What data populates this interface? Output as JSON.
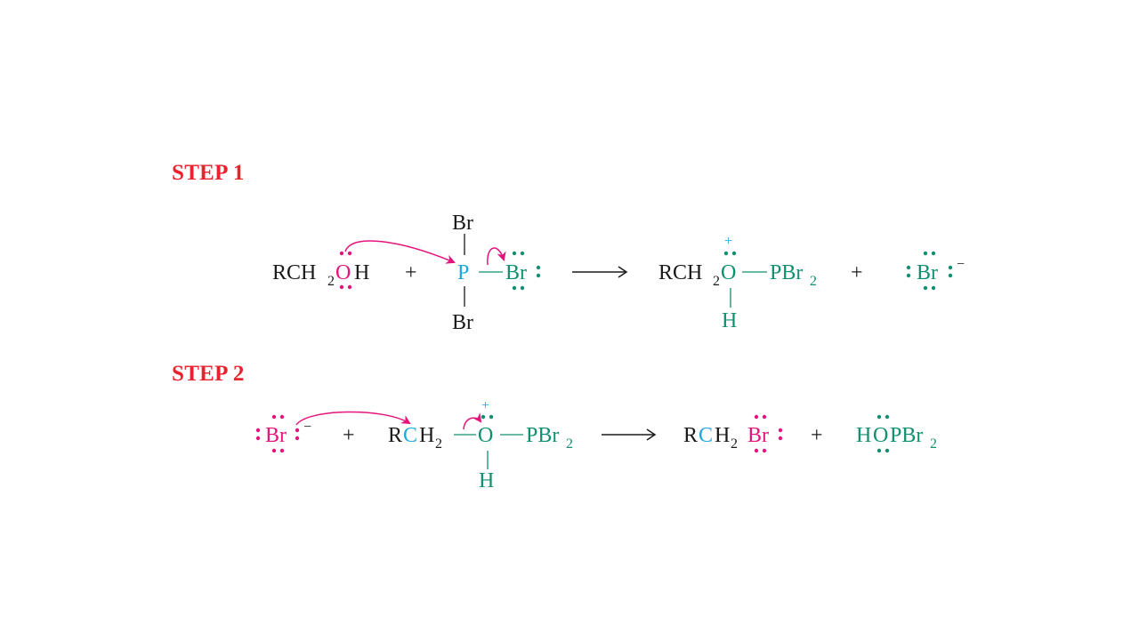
{
  "steps": [
    {
      "label": "STEP 1"
    },
    {
      "label": "STEP 2"
    }
  ],
  "colors": {
    "step_label": "#e8232e",
    "black": "#1a1a1a",
    "phosphorus_cyan": "#1ea7e1",
    "green": "#109070",
    "pink": "#e5147b"
  },
  "step1": {
    "alcohol": {
      "r": "RCH",
      "sub": "2",
      "o": "O",
      "h": "H"
    },
    "plus1": "+",
    "pbr3": {
      "p": "P",
      "br_top": "Br",
      "br_bottom": "Br",
      "br_right": "Br"
    },
    "product": {
      "r": "RCH",
      "sub": "2",
      "o": "O",
      "charge": "+",
      "pbr": "PBr",
      "pbr_sub": "2",
      "h": "H"
    },
    "plus2": "+",
    "bromide": {
      "br": "Br",
      "charge": "−"
    }
  },
  "step2": {
    "bromide": {
      "br": "Br",
      "charge": "−"
    },
    "plus1": "+",
    "substrate": {
      "r": "R",
      "c": "C",
      "h": "H",
      "sub": "2",
      "o": "O",
      "charge": "+",
      "pbr": "PBr",
      "pbr_sub": "2",
      "h_below": "H"
    },
    "product": {
      "r": "R",
      "c": "C",
      "h": "H",
      "sub": "2",
      "br": "Br"
    },
    "plus2": "+",
    "byproduct": {
      "h": "H",
      "o": "O",
      "pbr": "PBr",
      "pbr_sub": "2"
    }
  }
}
